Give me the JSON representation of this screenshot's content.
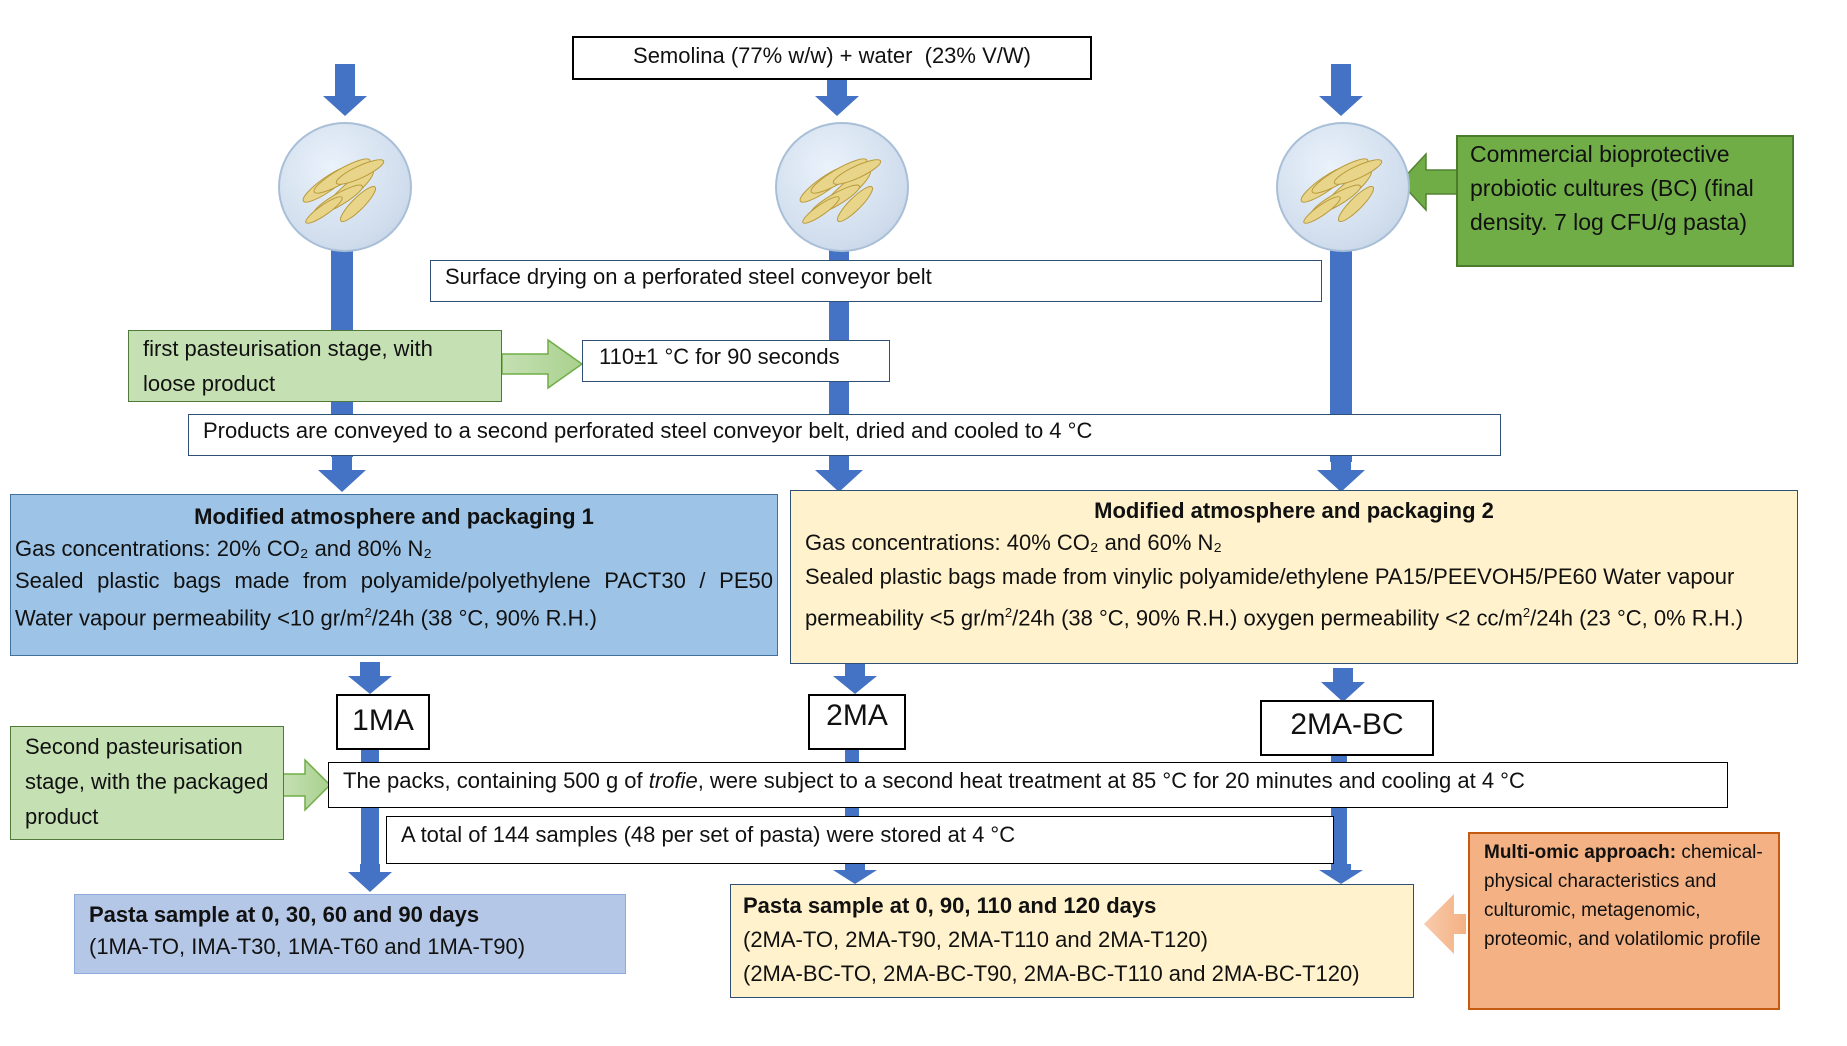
{
  "top_box": "Semolina (77% w/w) + water  (23% V/W)",
  "bioprotective_box": "Commercial bioprotective probiotic cultures (BC) (final density. 7 log CFU/g pasta)",
  "surface_drying": "Surface drying on a perforated steel conveyor belt",
  "first_pasteurisation": "first pasteurisation stage, with loose product",
  "temp_first": "110±1 °C for 90 seconds",
  "conveyed": "Products are conveyed to a second perforated steel conveyor belt, dried and cooled to 4 °C",
  "ma1": {
    "title": "Modified atmosphere and packaging 1",
    "gas": "Gas concentrations: 20% CO₂ and 80% N₂",
    "bags_a": "Sealed plastic bags made from polyamide/polyethylene PACT30 / PE50 Water vapour permeability <10 gr/m",
    "bags_sup": "2",
    "bags_b": "/24h (38 °C, 90% R.H.)"
  },
  "ma2": {
    "title": "Modified atmosphere and packaging 2",
    "gas": "Gas concentrations: 40% CO₂ and 60% N₂",
    "bags_a": "Sealed plastic bags made from vinylic polyamide/ethylene PA15/PEEVOH5/PE60 Water vapour permeability <5 gr/m",
    "bags_sup1": "2",
    "bags_b": "/24h (38 °C, 90% R.H.) oxygen permeability <2 cc/m",
    "bags_sup2": "2",
    "bags_c": "/24h (23 °C, 0% R.H.)"
  },
  "labels": {
    "one_ma": "1MA",
    "two_ma": "2MA",
    "two_ma_bc": "2MA-BC"
  },
  "second_pasteurisation": "Second pasteurisation stage, with the packaged product",
  "packs": {
    "before": "The packs, containing 500 g of ",
    "italic": "trofie",
    "after": ", were subject to a second heat treatment at 85 °C for 20 minutes and cooling at 4 °C"
  },
  "stored": "A total of 144 samples (48 per set of pasta) were stored at 4 °C",
  "sample1": {
    "title": "Pasta sample at 0, 30, 60 and 90 days",
    "line1": "(1MA-TO, IMA-T30, 1MA-T60 and 1MA-T90)"
  },
  "sample2": {
    "title": "Pasta sample at 0, 90, 110 and 120 days",
    "line1": "(2MA-TO, 2MA-T90, 2MA-T110 and 2MA-T120)",
    "line2": "(2MA-BC-TO, 2MA-BC-T90, 2MA-BC-T110 and 2MA-BC-T120)"
  },
  "multiomic": {
    "title": "Multi-omic approach:",
    "text": " chemical-physical characteristics and culturomic, metagenomic, proteomic, and volatilomic profile"
  },
  "colors": {
    "arrow_blue": "#4472c4",
    "green_light": "#c5e0b3",
    "green_dark": "#70ad47",
    "ma1_blue": "#9dc3e6",
    "ma2_yellow": "#fff2cc",
    "orange": "#f4b183"
  }
}
